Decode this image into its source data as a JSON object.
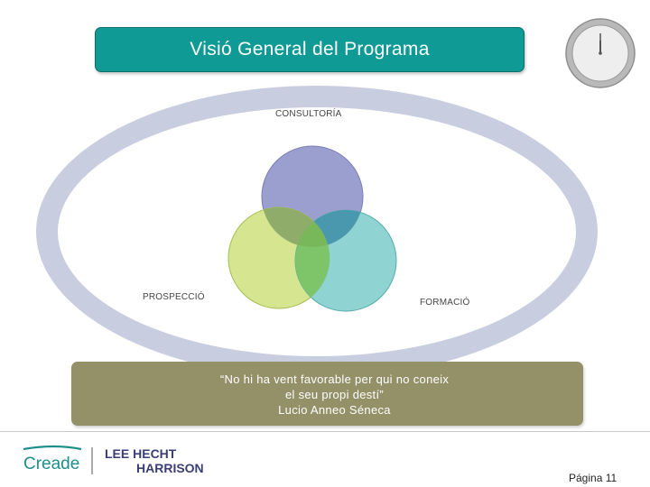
{
  "title": "Visió General del Programa",
  "diagram": {
    "top_label": "CONSULTORÍA",
    "left_label": "PROSPECCIÓ",
    "right_label": "FORMACIÓ",
    "colors": {
      "top": "#9b9fd0",
      "left": "#cfe27c",
      "right": "#7ccbcb",
      "ring": "#c9cde0",
      "overlap": "#7ab85a"
    }
  },
  "quote": {
    "line1": "“No hi ha vent favorable per qui no coneix",
    "line2": "el seu propi destí”",
    "author": "Lucio Anneo Séneca"
  },
  "footer": {
    "brand_creade": "Creade",
    "brand_lhh_line1": "LEE HECHT",
    "brand_lhh_line2": "HARRISON",
    "page": "Página 11"
  }
}
